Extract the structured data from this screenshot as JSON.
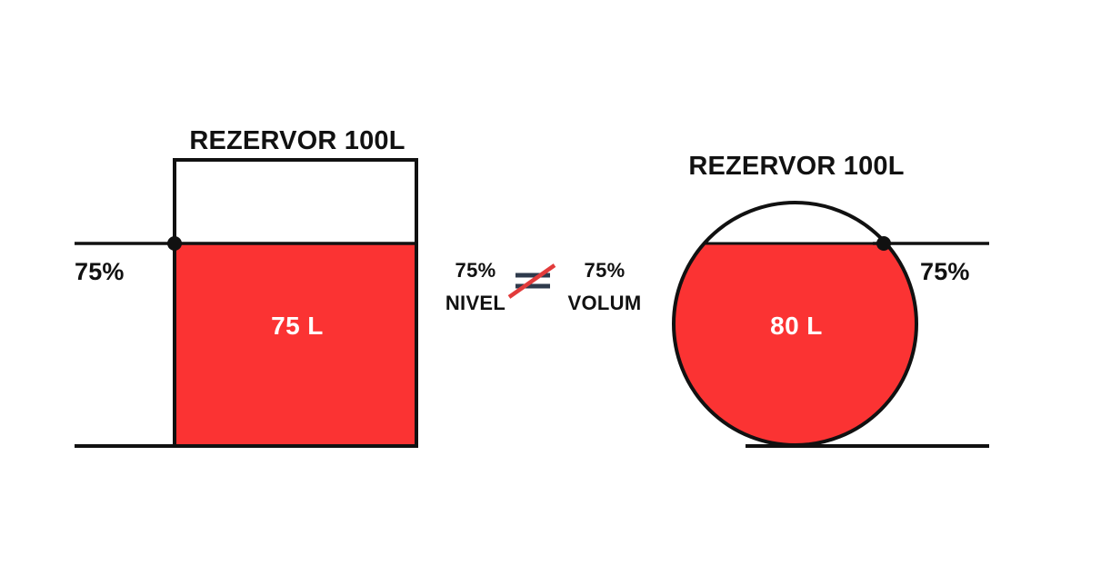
{
  "diagram": {
    "background_color": "#ffffff",
    "liquid_color": "#FB3333",
    "outline_color": "#111111",
    "label_color": "#111111",
    "volume_label_color": "#ffffff",
    "not_equal_bar_color": "#2e3a4c",
    "not_equal_slash_color": "#e23b3b"
  },
  "left_tank": {
    "title": "REZERVOR 100L",
    "level_label": "75%",
    "volume_label": "75 L",
    "shape": "rectangle",
    "capacity_liters": 100,
    "fill_liters": 75,
    "level_percent": 75
  },
  "comparison": {
    "left_percent": "75%",
    "left_term": "NIVEL",
    "operator": "not-equal-sign",
    "right_percent": "75%",
    "right_term": "VOLUM"
  },
  "right_tank": {
    "title": "REZERVOR 100L",
    "level_label": "75%",
    "volume_label": "80 L",
    "shape": "circle",
    "capacity_liters": 100,
    "fill_liters": 80,
    "level_percent": 75
  }
}
